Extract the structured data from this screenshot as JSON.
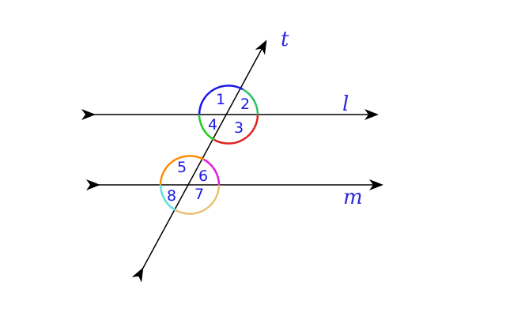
{
  "colors": {
    "line": "#000000",
    "label": "#2a2ad8",
    "arc_angle1": "#1a1ae6",
    "arc_angle2": "#2ec06a",
    "arc_angle3": "#e02020",
    "arc_angle4": "#22cc22",
    "arc_angle5": "#ff8c00",
    "arc_angle6": "#e020e0",
    "arc_angle7": "#e8c070",
    "arc_angle8": "#60e0e0"
  },
  "labels": {
    "transversal": "t",
    "line_top": "l",
    "line_bottom": "m"
  },
  "angles": {
    "a1": "1",
    "a2": "2",
    "a3": "3",
    "a4": "4",
    "a5": "5",
    "a6": "6",
    "a7": "7",
    "a8": "8"
  }
}
